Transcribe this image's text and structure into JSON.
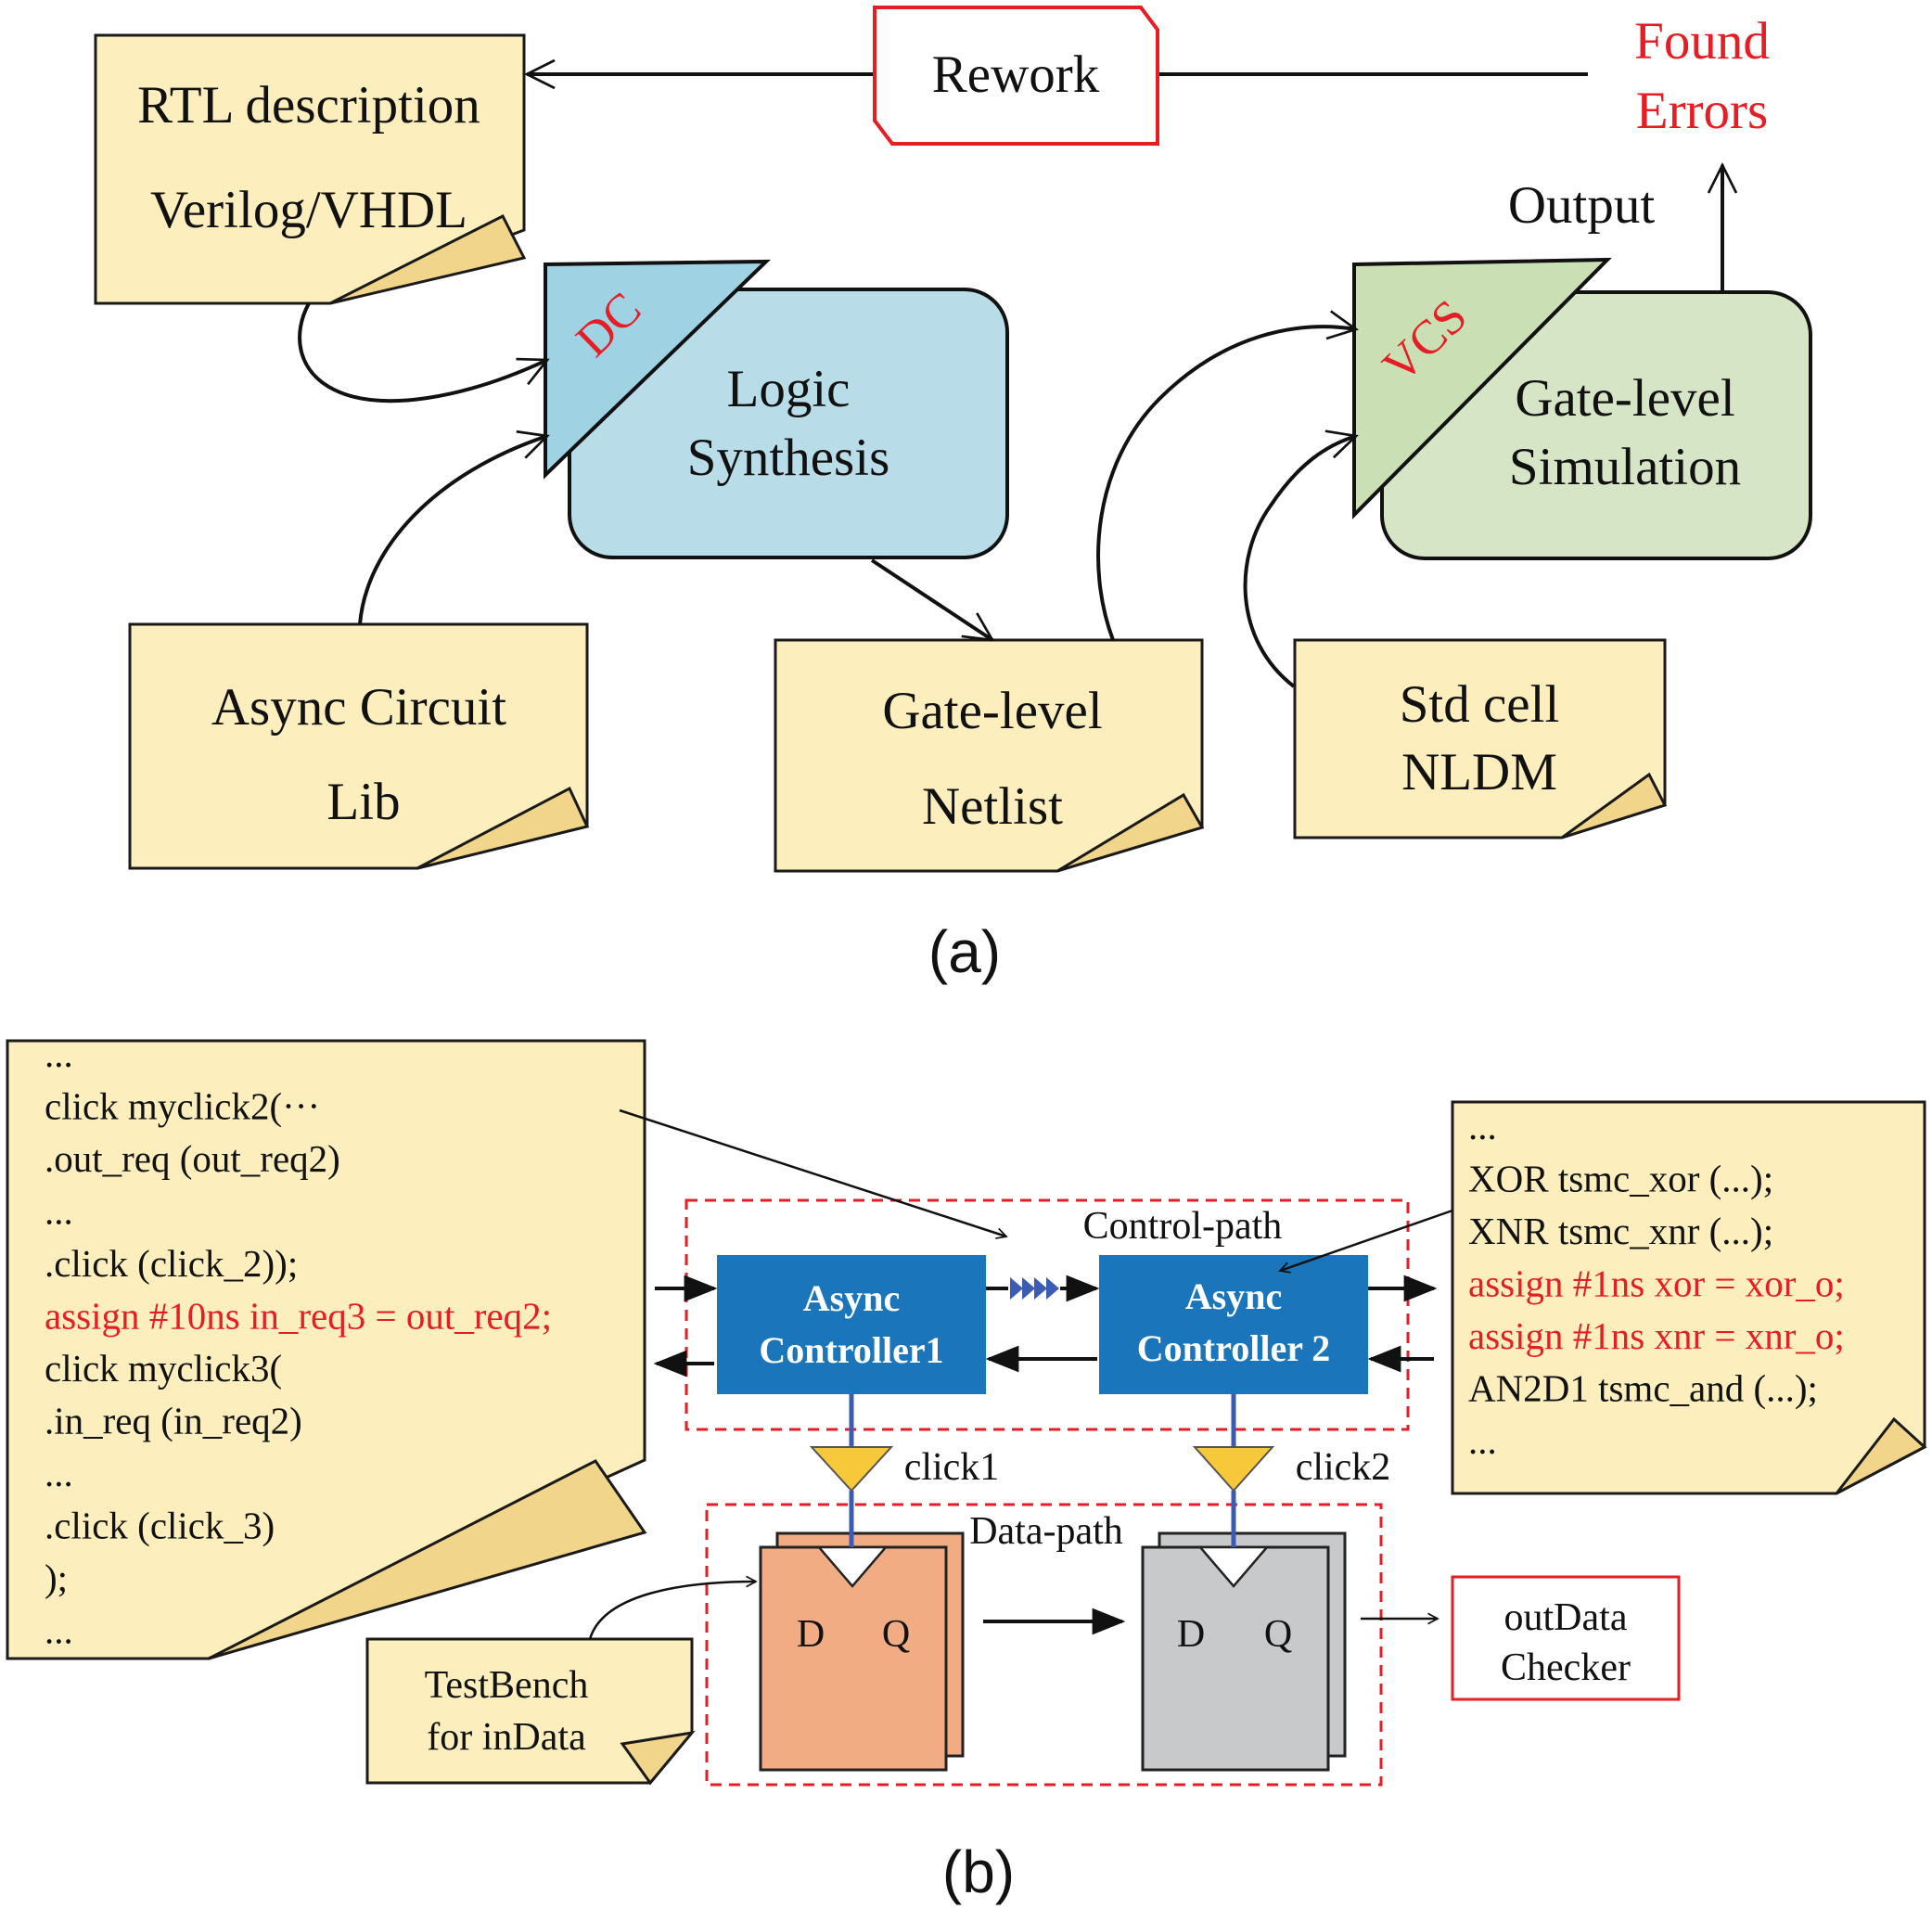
{
  "panel_a": {
    "caption": "(a)",
    "rtl_note": {
      "line1": "RTL description",
      "line2": "Verilog/VHDL"
    },
    "rework_label": "Rework",
    "found_errors": {
      "line1": "Found",
      "line2": "Errors"
    },
    "output_label": "Output",
    "synthesis": {
      "tool": "DC",
      "line1": "Logic",
      "line2": "Synthesis"
    },
    "simulation": {
      "tool": "VCS",
      "line1": "Gate-level",
      "line2": "Simulation"
    },
    "async_lib_note": {
      "line1": "Async Circuit",
      "line2": "Lib"
    },
    "netlist_note": {
      "line1": "Gate-level",
      "line2": "Netlist"
    },
    "stdcell_note": {
      "line1": "Std cell",
      "line2": "NLDM"
    }
  },
  "panel_b": {
    "caption": "(b)",
    "code_left": [
      {
        "text": "...",
        "red": false
      },
      {
        "text": "click myclick2(···",
        "red": false
      },
      {
        "text": ".out_req (out_req2)",
        "red": false
      },
      {
        "text": "...",
        "red": false
      },
      {
        "text": ".click (click_2));",
        "red": false
      },
      {
        "text": "assign #10ns in_req3 = out_req2;",
        "red": true
      },
      {
        "text": "click  myclick3(",
        "red": false
      },
      {
        "text": ".in_req (in_req2)",
        "red": false
      },
      {
        "text": "...",
        "red": false
      },
      {
        "text": ".click (click_3)",
        "red": false
      },
      {
        "text": ");",
        "red": false
      },
      {
        "text": "...",
        "red": false
      }
    ],
    "code_right": [
      {
        "text": "...",
        "red": false
      },
      {
        "text": "XOR tsmc_xor (...);",
        "red": false
      },
      {
        "text": "XNR tsmc_xnr (...);",
        "red": false
      },
      {
        "text": "assign #1ns xor = xor_o;",
        "red": true
      },
      {
        "text": "assign #1ns xnr = xnr_o;",
        "red": true
      },
      {
        "text": "AN2D1 tsmc_and (...);",
        "red": false
      },
      {
        "text": "...",
        "red": false
      }
    ],
    "control_path_label": "Control-path",
    "data_path_label": "Data-path",
    "controller1": {
      "line1": "Async",
      "line2": "Controller1"
    },
    "controller2": {
      "line1": "Async",
      "line2": "Controller 2"
    },
    "click1_label": "click1",
    "click2_label": "click2",
    "ff1": {
      "d": "D",
      "q": "Q"
    },
    "ff2": {
      "d": "D",
      "q": "Q"
    },
    "testbench_note": {
      "line1": "TestBench",
      "line2": "for inData"
    },
    "checker": {
      "line1": "outData",
      "line2": "Checker"
    }
  },
  "colors": {
    "note_fill": "#fdeebd",
    "fold_fill": "#f1d58a",
    "synthesis_fill": "#b8dde8",
    "simulation_fill": "#d6e5c6",
    "tool_tab_synthesis": "#9fd2e2",
    "tool_tab_simulation": "#cadfb3",
    "controller_fill": "#1b75bb",
    "ff1_fill": "#f2ac84",
    "ff2_fill": "#c8c9cb",
    "clock_buffer": "#f6c83a",
    "accent_red": "#e51e25"
  }
}
